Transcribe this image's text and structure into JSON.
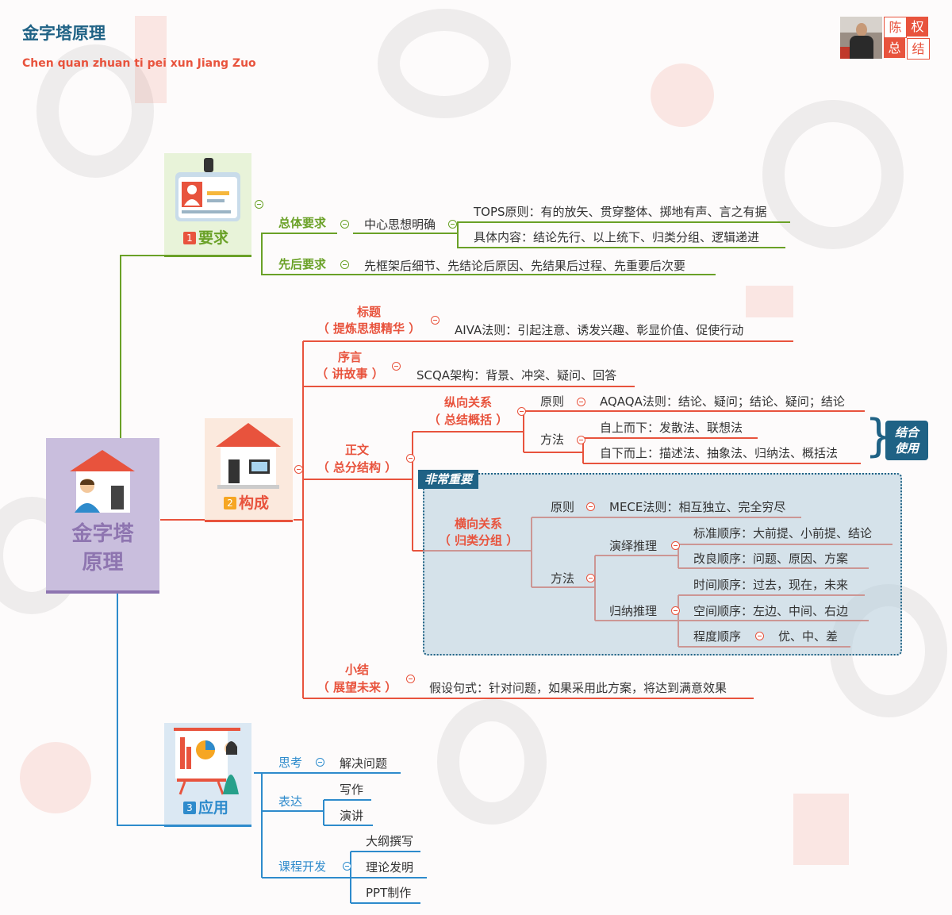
{
  "header": {
    "title": "金字塔原理",
    "subtitle": "Chen quan zhuan ti pei xun Jiang Zuo",
    "author_chars": [
      "陈",
      "权",
      "总",
      "结"
    ]
  },
  "root": {
    "line1": "金字塔",
    "line2": "原理"
  },
  "branch1": {
    "num": "1",
    "label": "要求",
    "general": {
      "label": "总体要求",
      "center": "中心思想明确",
      "tops": "TOPS原则：有的放矢、贯穿整体、掷地有声、言之有据",
      "content": "具体内容：结论先行、以上统下、归类分组、逻辑递进"
    },
    "order": {
      "label": "先后要求",
      "text": "先框架后细节、先结论后原因、先结果后过程、先重要后次要"
    }
  },
  "branch2": {
    "num": "2",
    "label": "构成",
    "title": {
      "l1": "标题",
      "l2": "（ 提炼思想精华 ）",
      "text": "AIVA法则：引起注意、诱发兴趣、彰显价值、促使行动"
    },
    "preface": {
      "l1": "序言",
      "l2": "（ 讲故事 ）",
      "text": "SCQA架构：背景、冲突、疑问、回答"
    },
    "body": {
      "l1": "正文",
      "l2": "（ 总分结构 ）",
      "vertical": {
        "l1": "纵向关系",
        "l2": "（ 总结概括 ）",
        "principle": "原则",
        "principle_text": "AQAQA法则：结论、疑问；结论、疑问；结论",
        "method": "方法",
        "m1": "自上而下：发散法、联想法",
        "m2": "自下而上：描述法、抽象法、归纳法、概括法",
        "combine_l1": "结合",
        "combine_l2": "使用"
      },
      "important": "非常重要",
      "horizontal": {
        "l1": "横向关系",
        "l2": "（ 归类分组 ）",
        "principle": "原则",
        "principle_text": "MECE法则：相互独立、完全穷尽",
        "method": "方法",
        "deduction": "演绎推理",
        "d1": "标准顺序：大前提、小前提、结论",
        "d2": "改良顺序：问题、原因、方案",
        "induction": "归纳推理",
        "i1": "时间顺序：过去，现在，未来",
        "i2": "空间顺序：左边、中间、右边",
        "i3": "程度顺序",
        "i3_val": "优、中、差"
      }
    },
    "summary": {
      "l1": "小结",
      "l2": "（ 展望未来 ）",
      "text": "假设句式：针对问题，如果采用此方案，将达到满意效果"
    }
  },
  "branch3": {
    "num": "3",
    "label": "应用",
    "think": {
      "label": "思考",
      "item": "解决问题"
    },
    "express": {
      "label": "表达",
      "items": [
        "写作",
        "演讲"
      ]
    },
    "course": {
      "label": "课程开发",
      "items": [
        "大纲撰写",
        "理论发明",
        "PPT制作"
      ]
    }
  },
  "colors": {
    "green": "#6aa127",
    "red": "#e8533d",
    "blue": "#2e8bcc",
    "purple_bg": "#c9bedd",
    "purple_text": "#8e75b0",
    "navy": "#1f6285"
  }
}
